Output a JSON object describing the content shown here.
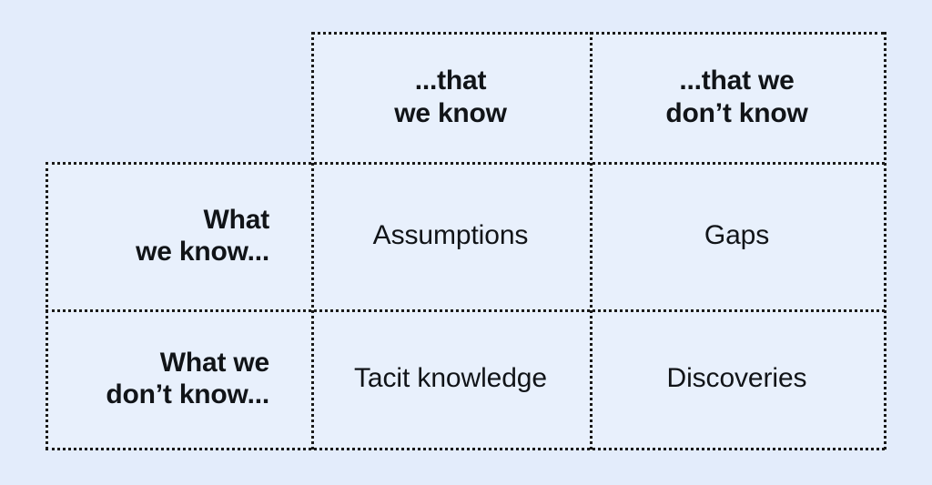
{
  "diagram": {
    "type": "2x2-knowledge-matrix",
    "background_color": "#e3ecfb",
    "cell_color": "#e8f0fc",
    "border_color": "#1a1a1a",
    "border_style": "dotted",
    "corner_cell_label": "",
    "column_headers": [
      "...that\nwe know",
      "...that we\ndon’t know"
    ],
    "row_headers": [
      "What\nwe know...",
      "What we\ndon’t know..."
    ],
    "cells": [
      [
        "Assumptions",
        "Gaps"
      ],
      [
        "Tacit knowledge",
        "Discoveries"
      ]
    ]
  }
}
